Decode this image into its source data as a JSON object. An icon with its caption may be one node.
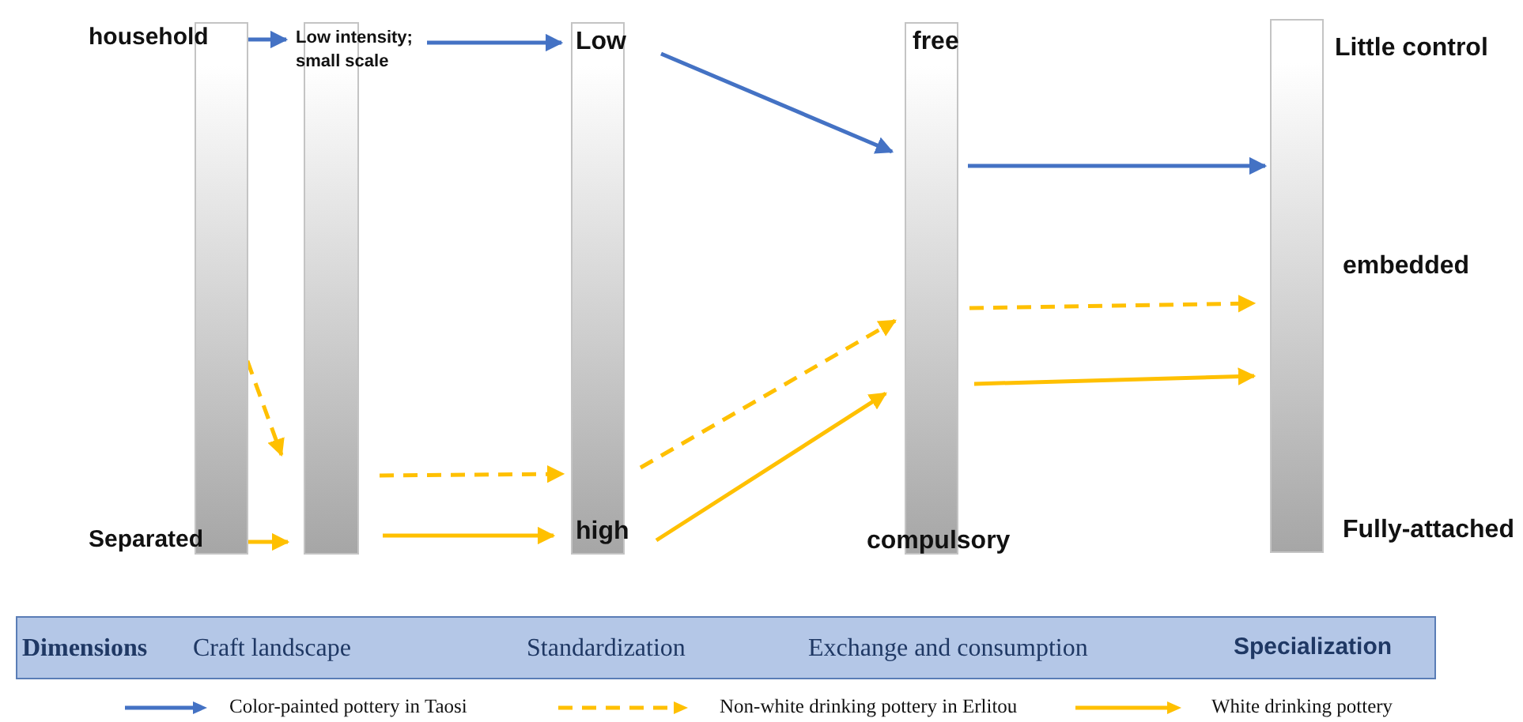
{
  "diagram": {
    "nodes": [
      {
        "text": [
          "household",
          "Separated"
        ]
      },
      {
        "text": [
          "Low intensity; small scale"
        ]
      },
      {
        "text": [
          "Low",
          "high"
        ]
      },
      {
        "text": [
          "free",
          "compulsory"
        ]
      },
      {
        "text": [
          "Little control",
          "embedded",
          "Fully-attached"
        ]
      },
      {
        "text": [
          "Dimensions",
          "Craft landscape",
          "Standardization",
          "Exchange and consumption",
          "Specialization"
        ]
      }
    ],
    "edges": [
      {
        "from": 0,
        "to": 1,
        "arrow": "to",
        "color": "#4472c4"
      },
      {
        "from": 1,
        "to": 2,
        "arrow": "to",
        "color": "#4472c4"
      },
      {
        "from": 2,
        "to": 3,
        "arrow": "to",
        "color": "#4472c4"
      },
      {
        "from": 3,
        "to": 4,
        "arrow": "to",
        "color": "#4472c4"
      },
      {
        "from": 0,
        "to": 1,
        "arrow": "to",
        "style": "dashed"
      },
      {
        "from": 1,
        "to": 2,
        "arrow": "to",
        "style": "dashed"
      },
      {
        "from": 2,
        "to": 3,
        "arrow": "to",
        "style": "dashed"
      },
      {
        "from": 3,
        "to": 4,
        "arrow": "to",
        "style": "dashed"
      },
      {
        "from": 0,
        "to": 1,
        "arrow": "to"
      },
      {
        "from": 1,
        "to": 2,
        "arrow": "to"
      },
      {
        "from": 2,
        "to": 3,
        "arrow": "to"
      },
      {
        "from": 3,
        "to": 4,
        "arrow": "to"
      }
    ],
    "legend": [
      {
        "text": "Color-painted pottery in Taosi"
      },
      {
        "text": "Non-white drinking pottery in Erlitou"
      },
      {
        "text": "White drinking pottery"
      }
    ]
  }
}
